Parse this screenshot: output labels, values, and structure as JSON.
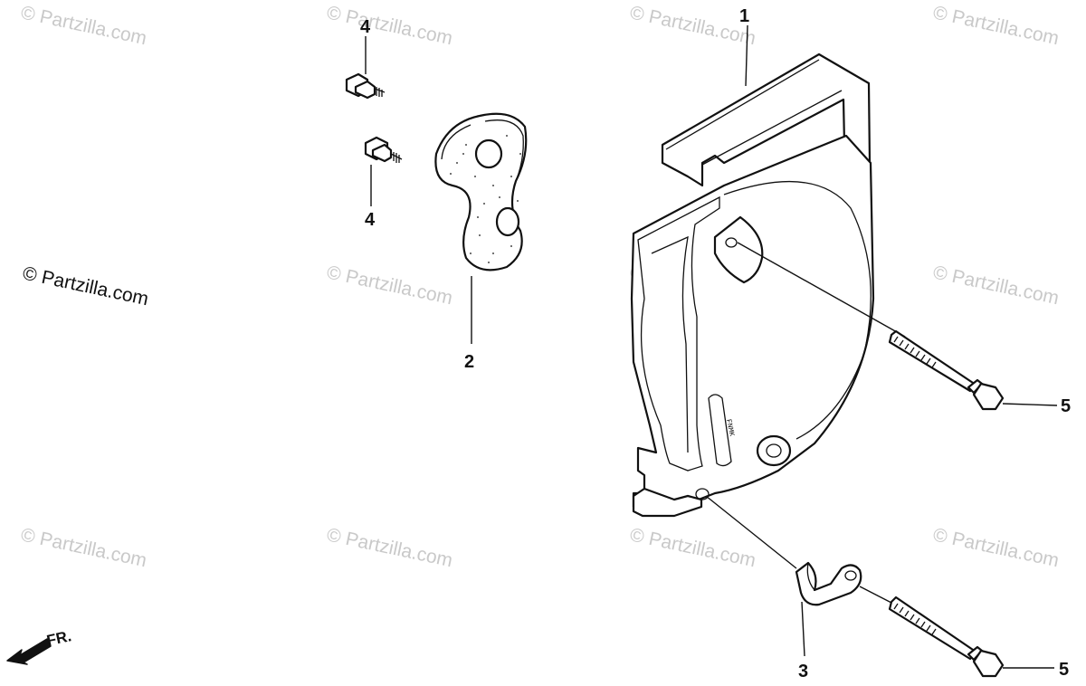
{
  "watermark": {
    "text": "© Partzilla.com"
  },
  "parts": [
    {
      "id": "part-1",
      "label": "1"
    },
    {
      "id": "part-2",
      "label": "2"
    },
    {
      "id": "part-3",
      "label": "3"
    },
    {
      "id": "part-4-upper",
      "label": "4"
    },
    {
      "id": "part-4-lower",
      "label": "4"
    },
    {
      "id": "part-5-upper",
      "label": "5"
    },
    {
      "id": "part-5-lower",
      "label": "5"
    }
  ],
  "direction_indicator": {
    "text": "FR."
  },
  "icons": {
    "direction": "arrow-left-down-icon",
    "copyright": "copyright-icon"
  }
}
